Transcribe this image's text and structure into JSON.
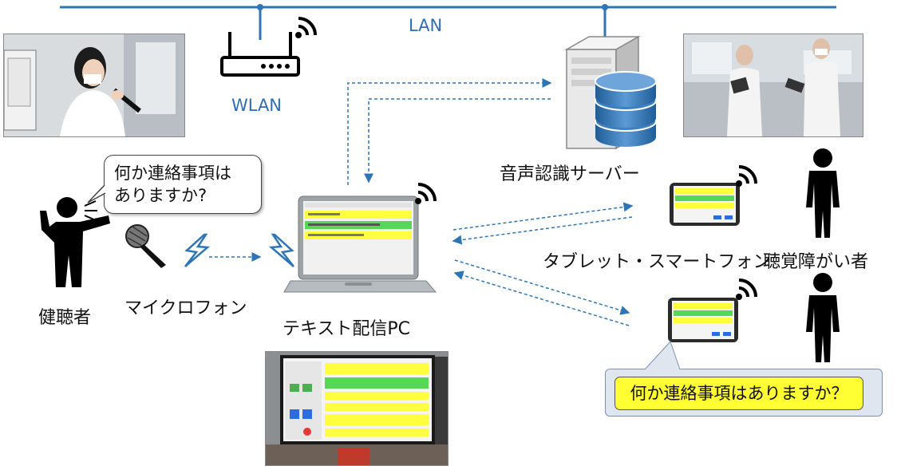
{
  "network": {
    "lan_label": "LAN",
    "wlan_label": "WLAN"
  },
  "labels": {
    "speaker": "健聴者",
    "microphone": "マイクロフォン",
    "text_pc": "テキスト配信PC",
    "server": "音声認識サーバー",
    "tablet": "タブレット・スマートフォン",
    "hearing_impaired": "聴覚障がい者"
  },
  "speech_bubble": {
    "line1": "何か連絡事項は",
    "line2": "ありますか?"
  },
  "callout": {
    "text": "何か連絡事項はありますか？"
  },
  "colors": {
    "lan_line": "#2e75b6",
    "arrow": "#2e75b6",
    "highlight": "#ffff33",
    "callout_bg": "#dfe6ef"
  },
  "icons": [
    "router-icon",
    "server-icon",
    "database-icon",
    "person-icon",
    "microphone-icon",
    "lightning-icon",
    "laptop-icon",
    "tablet-icon",
    "wifi-icon"
  ]
}
